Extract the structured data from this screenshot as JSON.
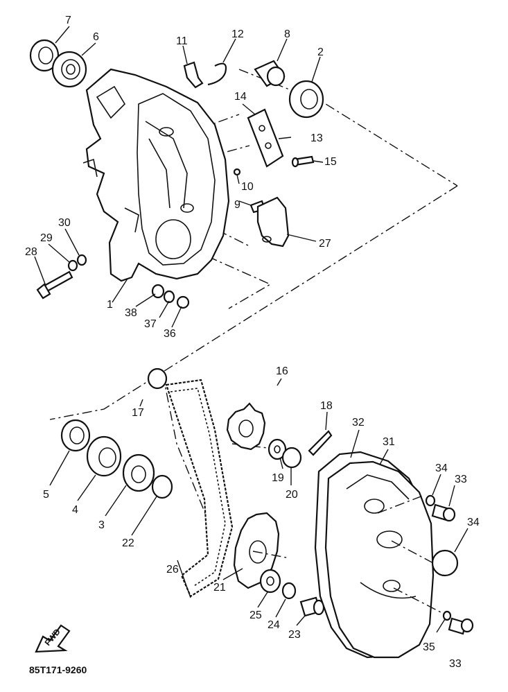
{
  "figure": {
    "drawing_code": "85T171-9260",
    "forward_label": "FWD",
    "callouts": [
      "1",
      "2",
      "3",
      "4",
      "5",
      "6",
      "7",
      "8",
      "9",
      "10",
      "11",
      "12",
      "13",
      "14",
      "15",
      "16",
      "17",
      "18",
      "19",
      "20",
      "21",
      "22",
      "23",
      "24",
      "25",
      "26",
      "27",
      "28",
      "29",
      "30",
      "31",
      "32",
      "33",
      "33",
      "34",
      "34",
      "35",
      "36",
      "37",
      "38"
    ]
  }
}
